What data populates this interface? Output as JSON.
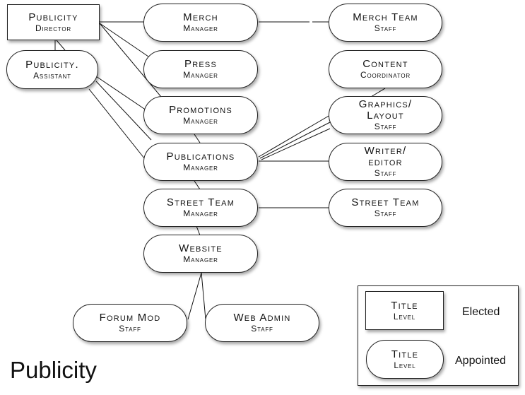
{
  "caption": "Publicity",
  "nodes": {
    "publicity_director": {
      "title": "Publicity",
      "level": "Director"
    },
    "publicity_assistant": {
      "title": "Publicity.",
      "level": "Assistant"
    },
    "merch_manager": {
      "title": "Merch",
      "level": "Manager"
    },
    "press_manager": {
      "title": "Press",
      "level": "Manager"
    },
    "promotions_manager": {
      "title": "Promotions",
      "level": "Manager"
    },
    "publications_manager": {
      "title": "Publications",
      "level": "Manager"
    },
    "street_team_manager": {
      "title": "Street Team",
      "level": "Manager"
    },
    "website_manager": {
      "title": "Website",
      "level": "Manager"
    },
    "merch_team_staff": {
      "title": "Merch Team",
      "level": "Staff"
    },
    "content_coordinator": {
      "title": "Content",
      "level": "Coordinator"
    },
    "graphics_layout_staff": {
      "title1": "Graphics/",
      "title2": "Layout",
      "level": "Staff"
    },
    "writer_editor_staff": {
      "title1": "Writer/",
      "title2": "editor",
      "level": "Staff"
    },
    "street_team_staff": {
      "title": "Street Team",
      "level": "Staff"
    },
    "forum_mod_staff": {
      "title": "Forum Mod",
      "level": "Staff"
    },
    "web_admin_staff": {
      "title": "Web Admin",
      "level": "Staff"
    }
  },
  "legend": {
    "elected": {
      "title": "Title",
      "level": "Level",
      "label": "Elected"
    },
    "appointed": {
      "title": "Title",
      "level": "Level",
      "label": "Appointed"
    }
  }
}
